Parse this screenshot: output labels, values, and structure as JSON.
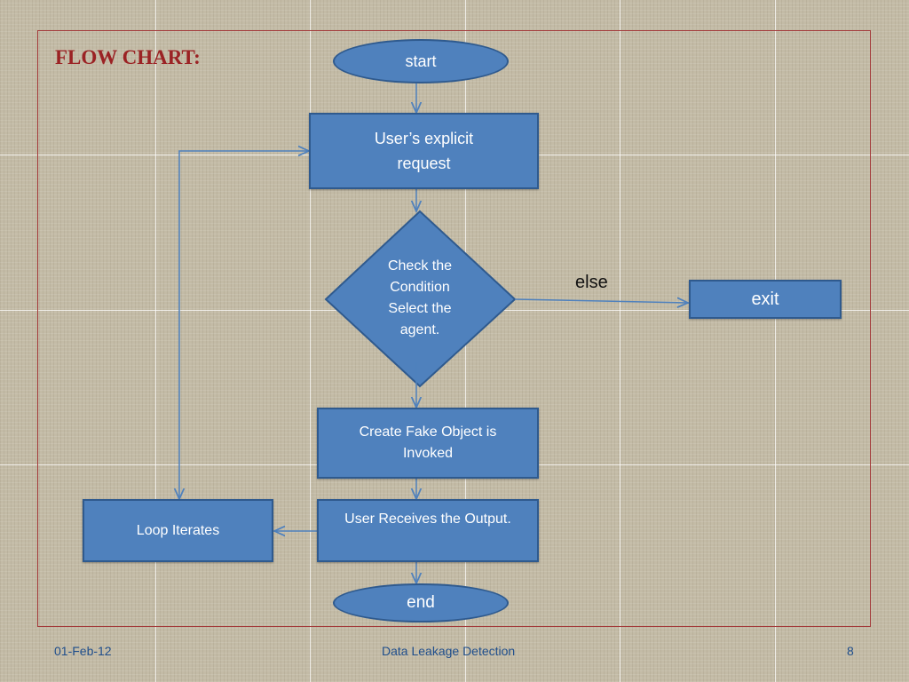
{
  "slide": {
    "title": "FLOW CHART:",
    "footer": {
      "date": "01-Feb-12",
      "center": "Data Leakage Detection",
      "page": "8"
    }
  },
  "nodes": {
    "start": "start",
    "request": "User’s explicit request",
    "condition_lines": [
      "Check the",
      "Condition",
      "Select the",
      "agent."
    ],
    "exit": "exit",
    "fake_object": "Create Fake Object is Invoked",
    "output": "User Receives the Output.",
    "loop": "Loop Iterates",
    "end": "end"
  },
  "edges": {
    "else_label": "else"
  },
  "colors": {
    "node_fill": "#4f81bd",
    "node_border": "#2f5a8e",
    "title": "#9b2224",
    "frame": "#a33a3a",
    "footer_text": "#1f4e8c",
    "arrow": "#4f81bd"
  }
}
